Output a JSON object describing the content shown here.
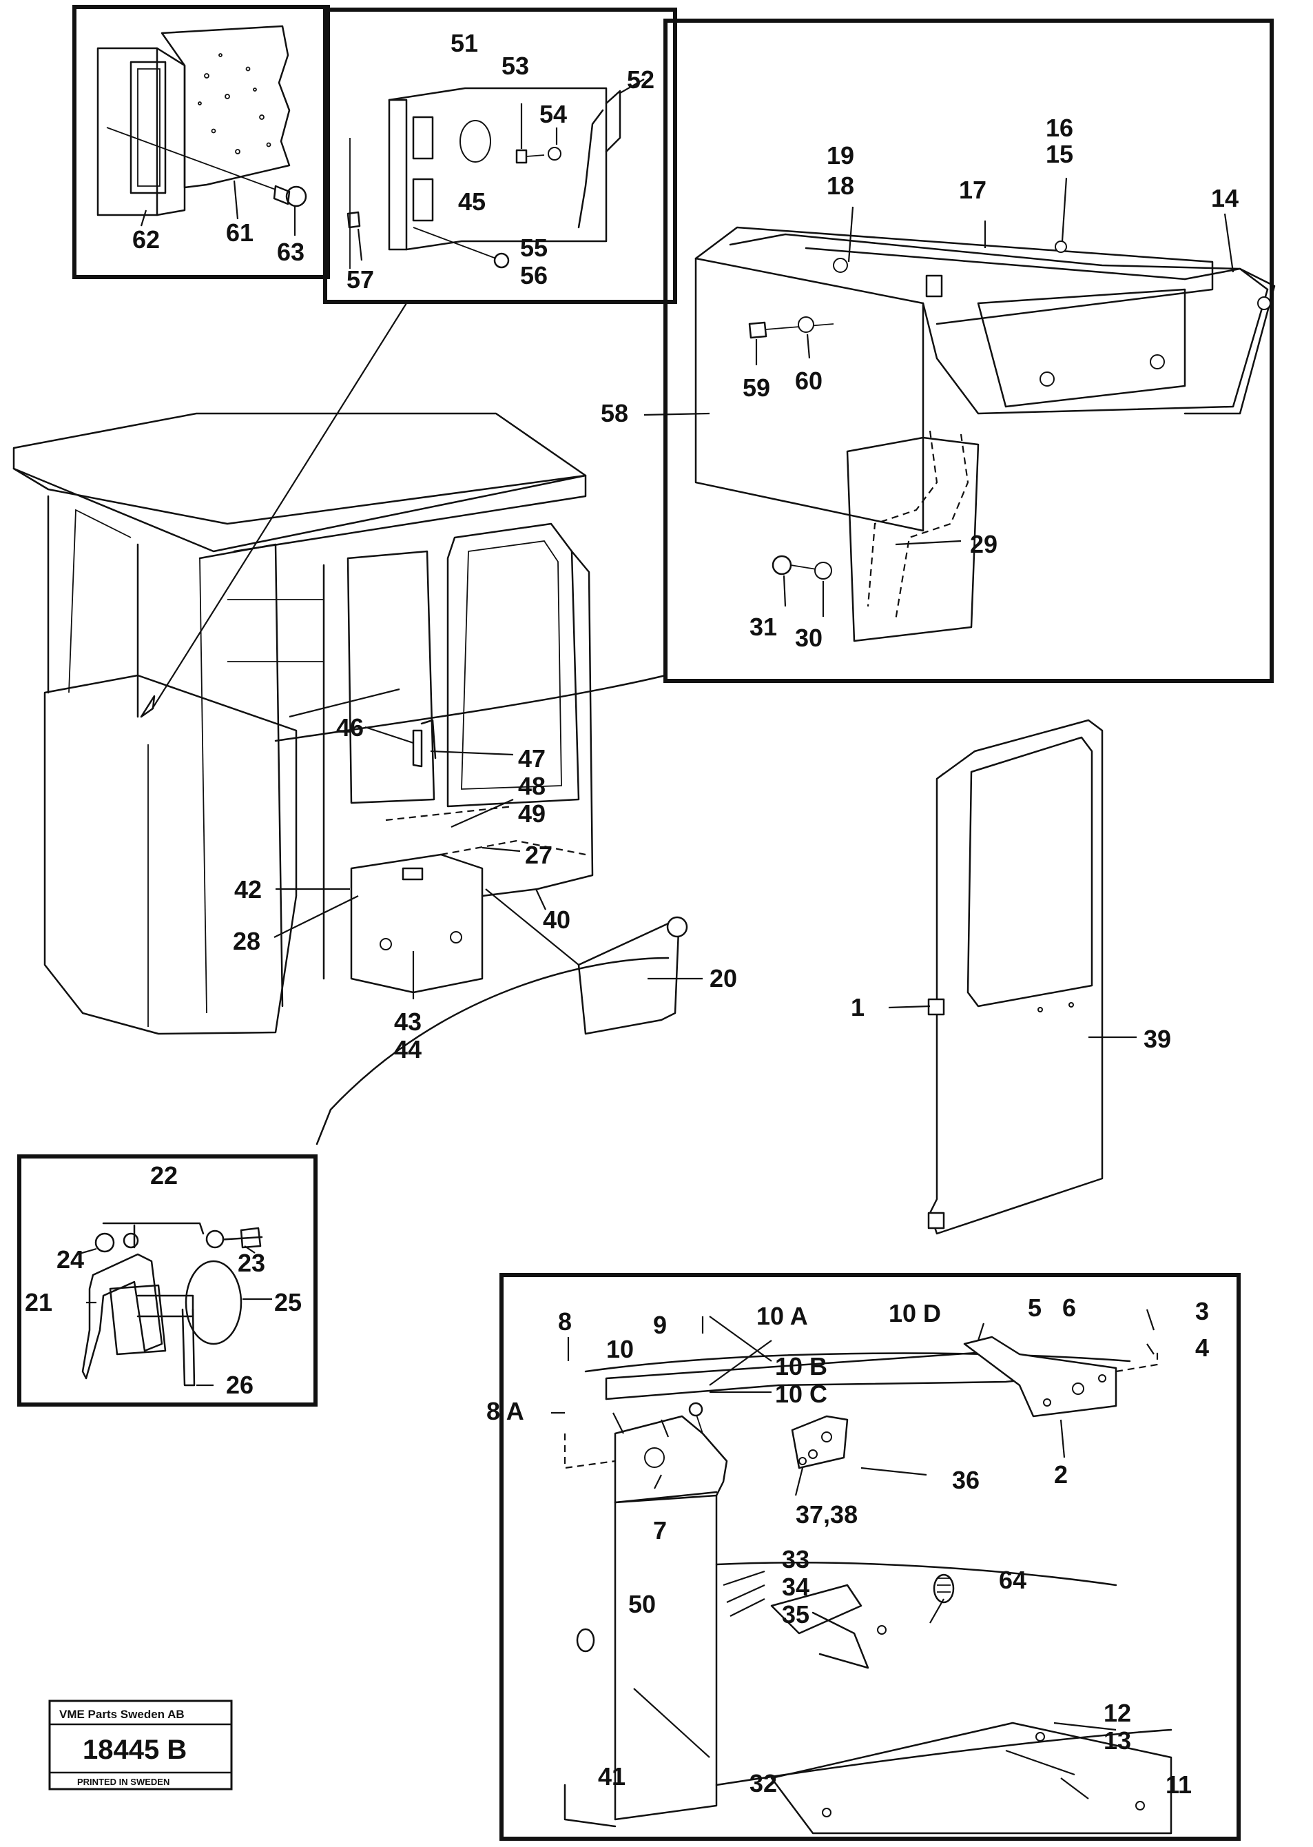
{
  "stamp": {
    "company": "VME Parts Sweden AB",
    "number": "18445 B",
    "printed": "PRINTED IN SWEDEN"
  },
  "labels": {
    "n1": "1",
    "n2": "2",
    "n3": "3",
    "n4": "4",
    "n5": "5",
    "n6": "6",
    "n7": "7",
    "n8": "8",
    "n8a": "8 A",
    "n9": "9",
    "n10": "10",
    "n10a": "10 A",
    "n10b": "10 B",
    "n10c": "10 C",
    "n10d": "10 D",
    "n11": "11",
    "n12": "12",
    "n13": "13",
    "n14": "14",
    "n15": "15",
    "n16": "16",
    "n17": "17",
    "n18": "18",
    "n19": "19",
    "n20": "20",
    "n21": "21",
    "n22": "22",
    "n23": "23",
    "n24": "24",
    "n25": "25",
    "n26": "26",
    "n27": "27",
    "n28": "28",
    "n29": "29",
    "n30": "30",
    "n31": "31",
    "n32": "32",
    "n33": "33",
    "n34": "34",
    "n35": "35",
    "n36": "36",
    "n3738": "37,38",
    "n39": "39",
    "n40": "40",
    "n41": "41",
    "n42": "42",
    "n43": "43",
    "n44": "44",
    "n45": "45",
    "n46": "46",
    "n47": "47",
    "n48": "48",
    "n49": "49",
    "n50": "50",
    "n51": "51",
    "n52": "52",
    "n53": "53",
    "n54": "54",
    "n55": "55",
    "n56": "56",
    "n57": "57",
    "n58": "58",
    "n59": "59",
    "n60": "60",
    "n61": "61",
    "n62": "62",
    "n63": "63",
    "n64": "64"
  }
}
